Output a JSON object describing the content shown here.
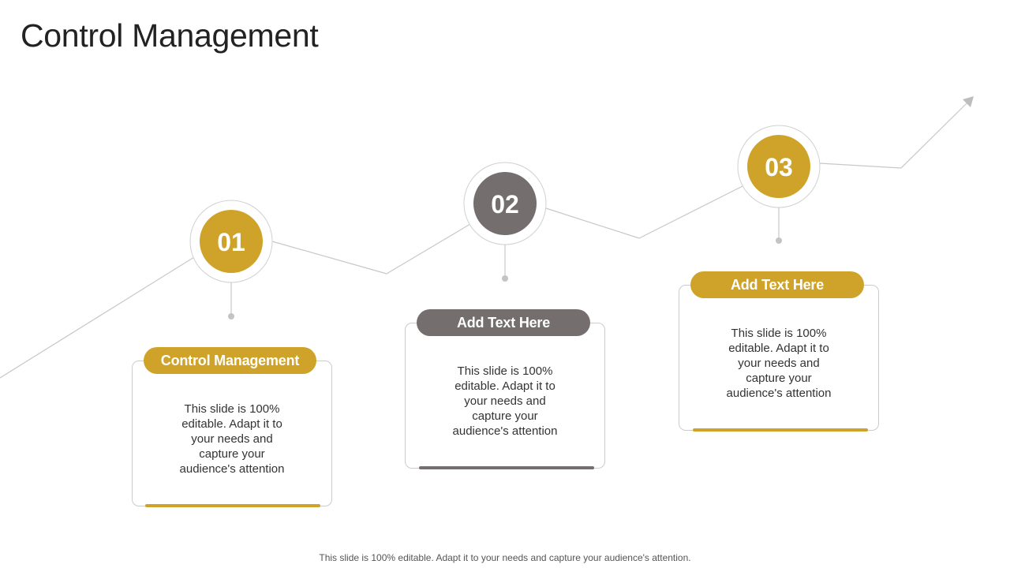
{
  "title": "Control Management",
  "colors": {
    "gold": "#CFA329",
    "gray": "#746E6E",
    "line": "#c8c8c8",
    "border": "#cccccc"
  },
  "steps": [
    {
      "number": "01",
      "heading": "Control Management",
      "body": [
        "This slide is 100%",
        "editable. Adapt it to",
        "your needs and",
        "capture your",
        "audience's attention"
      ],
      "color": "gold"
    },
    {
      "number": "02",
      "heading": "Add Text Here",
      "body": [
        "This slide is 100%",
        "editable. Adapt it to",
        "your needs and",
        "capture your",
        "audience's attention"
      ],
      "color": "gray"
    },
    {
      "number": "03",
      "heading": "Add Text Here",
      "body": [
        "This slide is 100%",
        "editable. Adapt it to",
        "your needs and",
        "capture your",
        "audience's attention"
      ],
      "color": "gold"
    }
  ],
  "footer": "This slide is 100% editable. Adapt it to your needs and capture your audience's attention."
}
